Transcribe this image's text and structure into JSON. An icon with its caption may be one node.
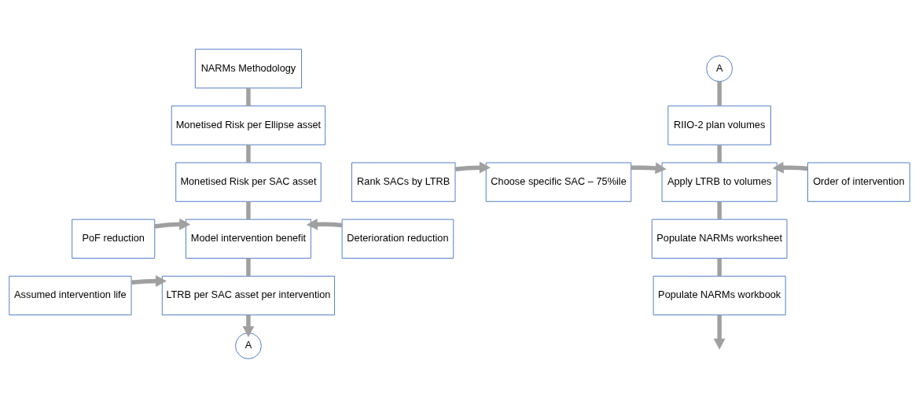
{
  "diagram": {
    "nodes": [
      {
        "text": [
          "NARMs Methodology"
        ]
      },
      {
        "text": [
          "Monetised Risk per Ellipse asset"
        ]
      },
      {
        "text": [
          "Monetised Risk per SAC asset"
        ]
      },
      {
        "text": [
          "PoF reduction"
        ]
      },
      {
        "text": [
          "Model intervention benefit"
        ]
      },
      {
        "text": [
          "Deterioration reduction"
        ]
      },
      {
        "text": [
          "Assumed intervention life"
        ]
      },
      {
        "text": [
          "LTRB per SAC asset per intervention"
        ]
      },
      {
        "text": [
          "A"
        ]
      },
      {
        "text": [
          "A"
        ]
      },
      {
        "text": [
          "RIIO-2 plan volumes"
        ]
      },
      {
        "text": [
          "Rank SACs by LTRB"
        ]
      },
      {
        "text": [
          "Choose specific SAC – 75%ile"
        ]
      },
      {
        "text": [
          "Apply LTRB to volumes"
        ]
      },
      {
        "text": [
          "Order of intervention"
        ]
      },
      {
        "text": [
          "Populate NARMs worksheet"
        ]
      },
      {
        "text": [
          "Populate NARMs workbook"
        ]
      }
    ],
    "edges": [
      {
        "from": 0,
        "to": 1,
        "arrow": "none"
      },
      {
        "from": 1,
        "to": 2,
        "arrow": "none"
      },
      {
        "from": 2,
        "to": 4,
        "arrow": "none"
      },
      {
        "from": 3,
        "to": 4,
        "arrow": "to"
      },
      {
        "from": 5,
        "to": 4,
        "arrow": "to"
      },
      {
        "from": 4,
        "to": 7,
        "arrow": "none"
      },
      {
        "from": 6,
        "to": 7,
        "arrow": "to"
      },
      {
        "from": 7,
        "to": 8,
        "arrow": "to"
      },
      {
        "from": 9,
        "to": 10,
        "arrow": "none"
      },
      {
        "from": 11,
        "to": 12,
        "arrow": "to"
      },
      {
        "from": 12,
        "to": 13,
        "arrow": "to"
      },
      {
        "from": 10,
        "to": 13,
        "arrow": "none"
      },
      {
        "from": 14,
        "to": 13,
        "arrow": "to"
      },
      {
        "from": 13,
        "to": 15,
        "arrow": "none"
      },
      {
        "from": 15,
        "to": 16,
        "arrow": "none"
      },
      {
        "from": 16,
        "to": null,
        "arrow": "to"
      }
    ]
  }
}
